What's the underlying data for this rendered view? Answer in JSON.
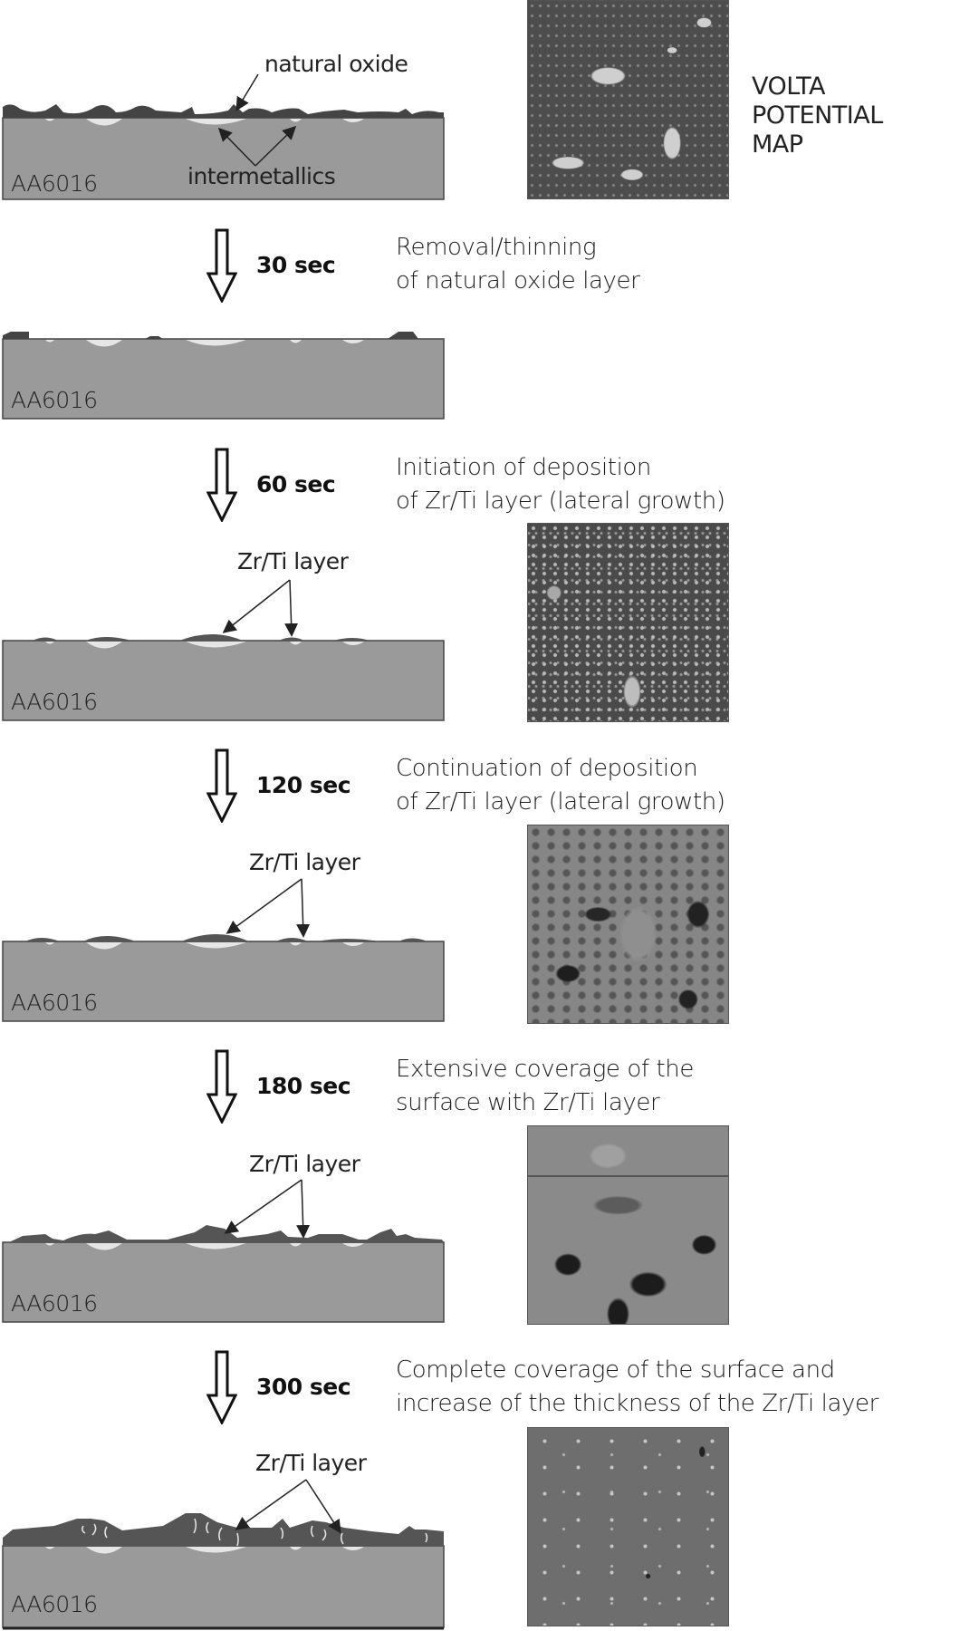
{
  "figure": {
    "substrate_label": "AA6016",
    "volta_label_line1": "VOLTA POTENTIAL",
    "volta_label_line2": "MAP",
    "initial": {
      "callout_oxide": "natural oxide",
      "callout_intermetallics": "intermetallics"
    },
    "zr_ti_callout": "Zr/Ti layer",
    "steps": [
      {
        "time": "30 sec",
        "desc_line1": "Removal/thinning",
        "desc_line2": "of natural oxide layer",
        "has_map": false
      },
      {
        "time": "60 sec",
        "desc_line1": "Initiation of deposition",
        "desc_line2": "of Zr/Ti layer (lateral growth)",
        "has_map": true
      },
      {
        "time": "120 sec",
        "desc_line1": "Continuation of deposition",
        "desc_line2": "of Zr/Ti layer (lateral growth)",
        "has_map": true
      },
      {
        "time": "180 sec",
        "desc_line1": "Extensive coverage of the",
        "desc_line2": "surface with Zr/Ti layer",
        "has_map": true
      },
      {
        "time": "300 sec",
        "desc_line1": "Complete coverage of the surface and",
        "desc_line2": "increase of the thickness of the Zr/Ti layer",
        "has_map": true
      }
    ],
    "colors": {
      "substrate": "#9a9a9a",
      "oxide_layer": "#4a4a4a",
      "intermetallic": "#e6e6e6",
      "outline": "#333333"
    }
  }
}
